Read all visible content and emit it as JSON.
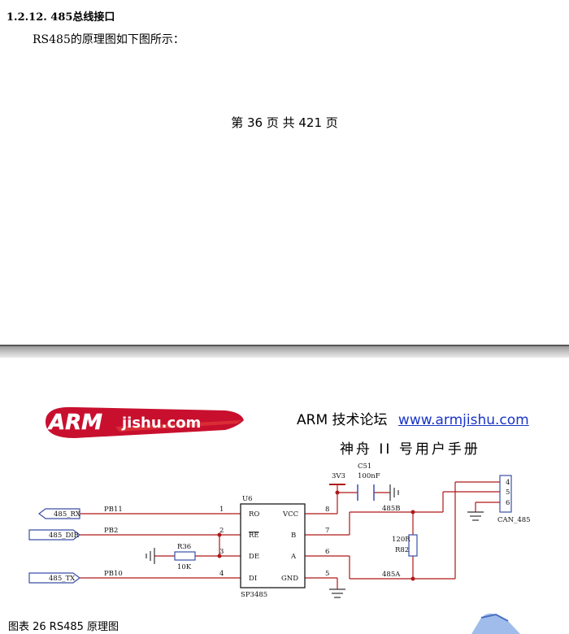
{
  "section": {
    "heading": "1.2.12.  485总线接口",
    "intro": "RS485的原理图如下图所示："
  },
  "footer": {
    "page_number": "第 36 页   共 421 页"
  },
  "header_banner": {
    "logo_arm": "ARM",
    "logo_jishu": "jishu.com",
    "forum_label": "ARM 技术论坛",
    "forum_url": "www.armjishu.com",
    "manual_title": "神舟 II 号用户手册"
  },
  "schematic": {
    "chip_ref": "U6",
    "chip_part": "SP3485",
    "chip_pins_left": [
      "RO",
      "RE",
      "DE",
      "DI"
    ],
    "chip_pins_right": [
      "VCC",
      "B",
      "A",
      "GND"
    ],
    "pin_numbers_left": [
      "1",
      "2",
      "3",
      "4"
    ],
    "pin_numbers_right": [
      "8",
      "7",
      "6",
      "5"
    ],
    "ports": [
      "485_RX",
      "485_DIR",
      "485_TX"
    ],
    "nets": [
      "PB11",
      "PB2",
      "PB10"
    ],
    "supply": "3V3",
    "cap_ref": "C51",
    "cap_value": "100nF",
    "res1_ref": "R36",
    "res1_value": "10K",
    "res2_value": "120R",
    "res2_ref": "R82",
    "net_b": "485B",
    "net_a": "485A",
    "conn_pins": [
      "4",
      "5",
      "6"
    ],
    "conn_name": "CAN_485",
    "colors": {
      "trace": "#b01818",
      "port": "#3a4fa8",
      "chip": "#1a1a1a"
    }
  },
  "figure_caption": "图表 26 RS485 原理图"
}
